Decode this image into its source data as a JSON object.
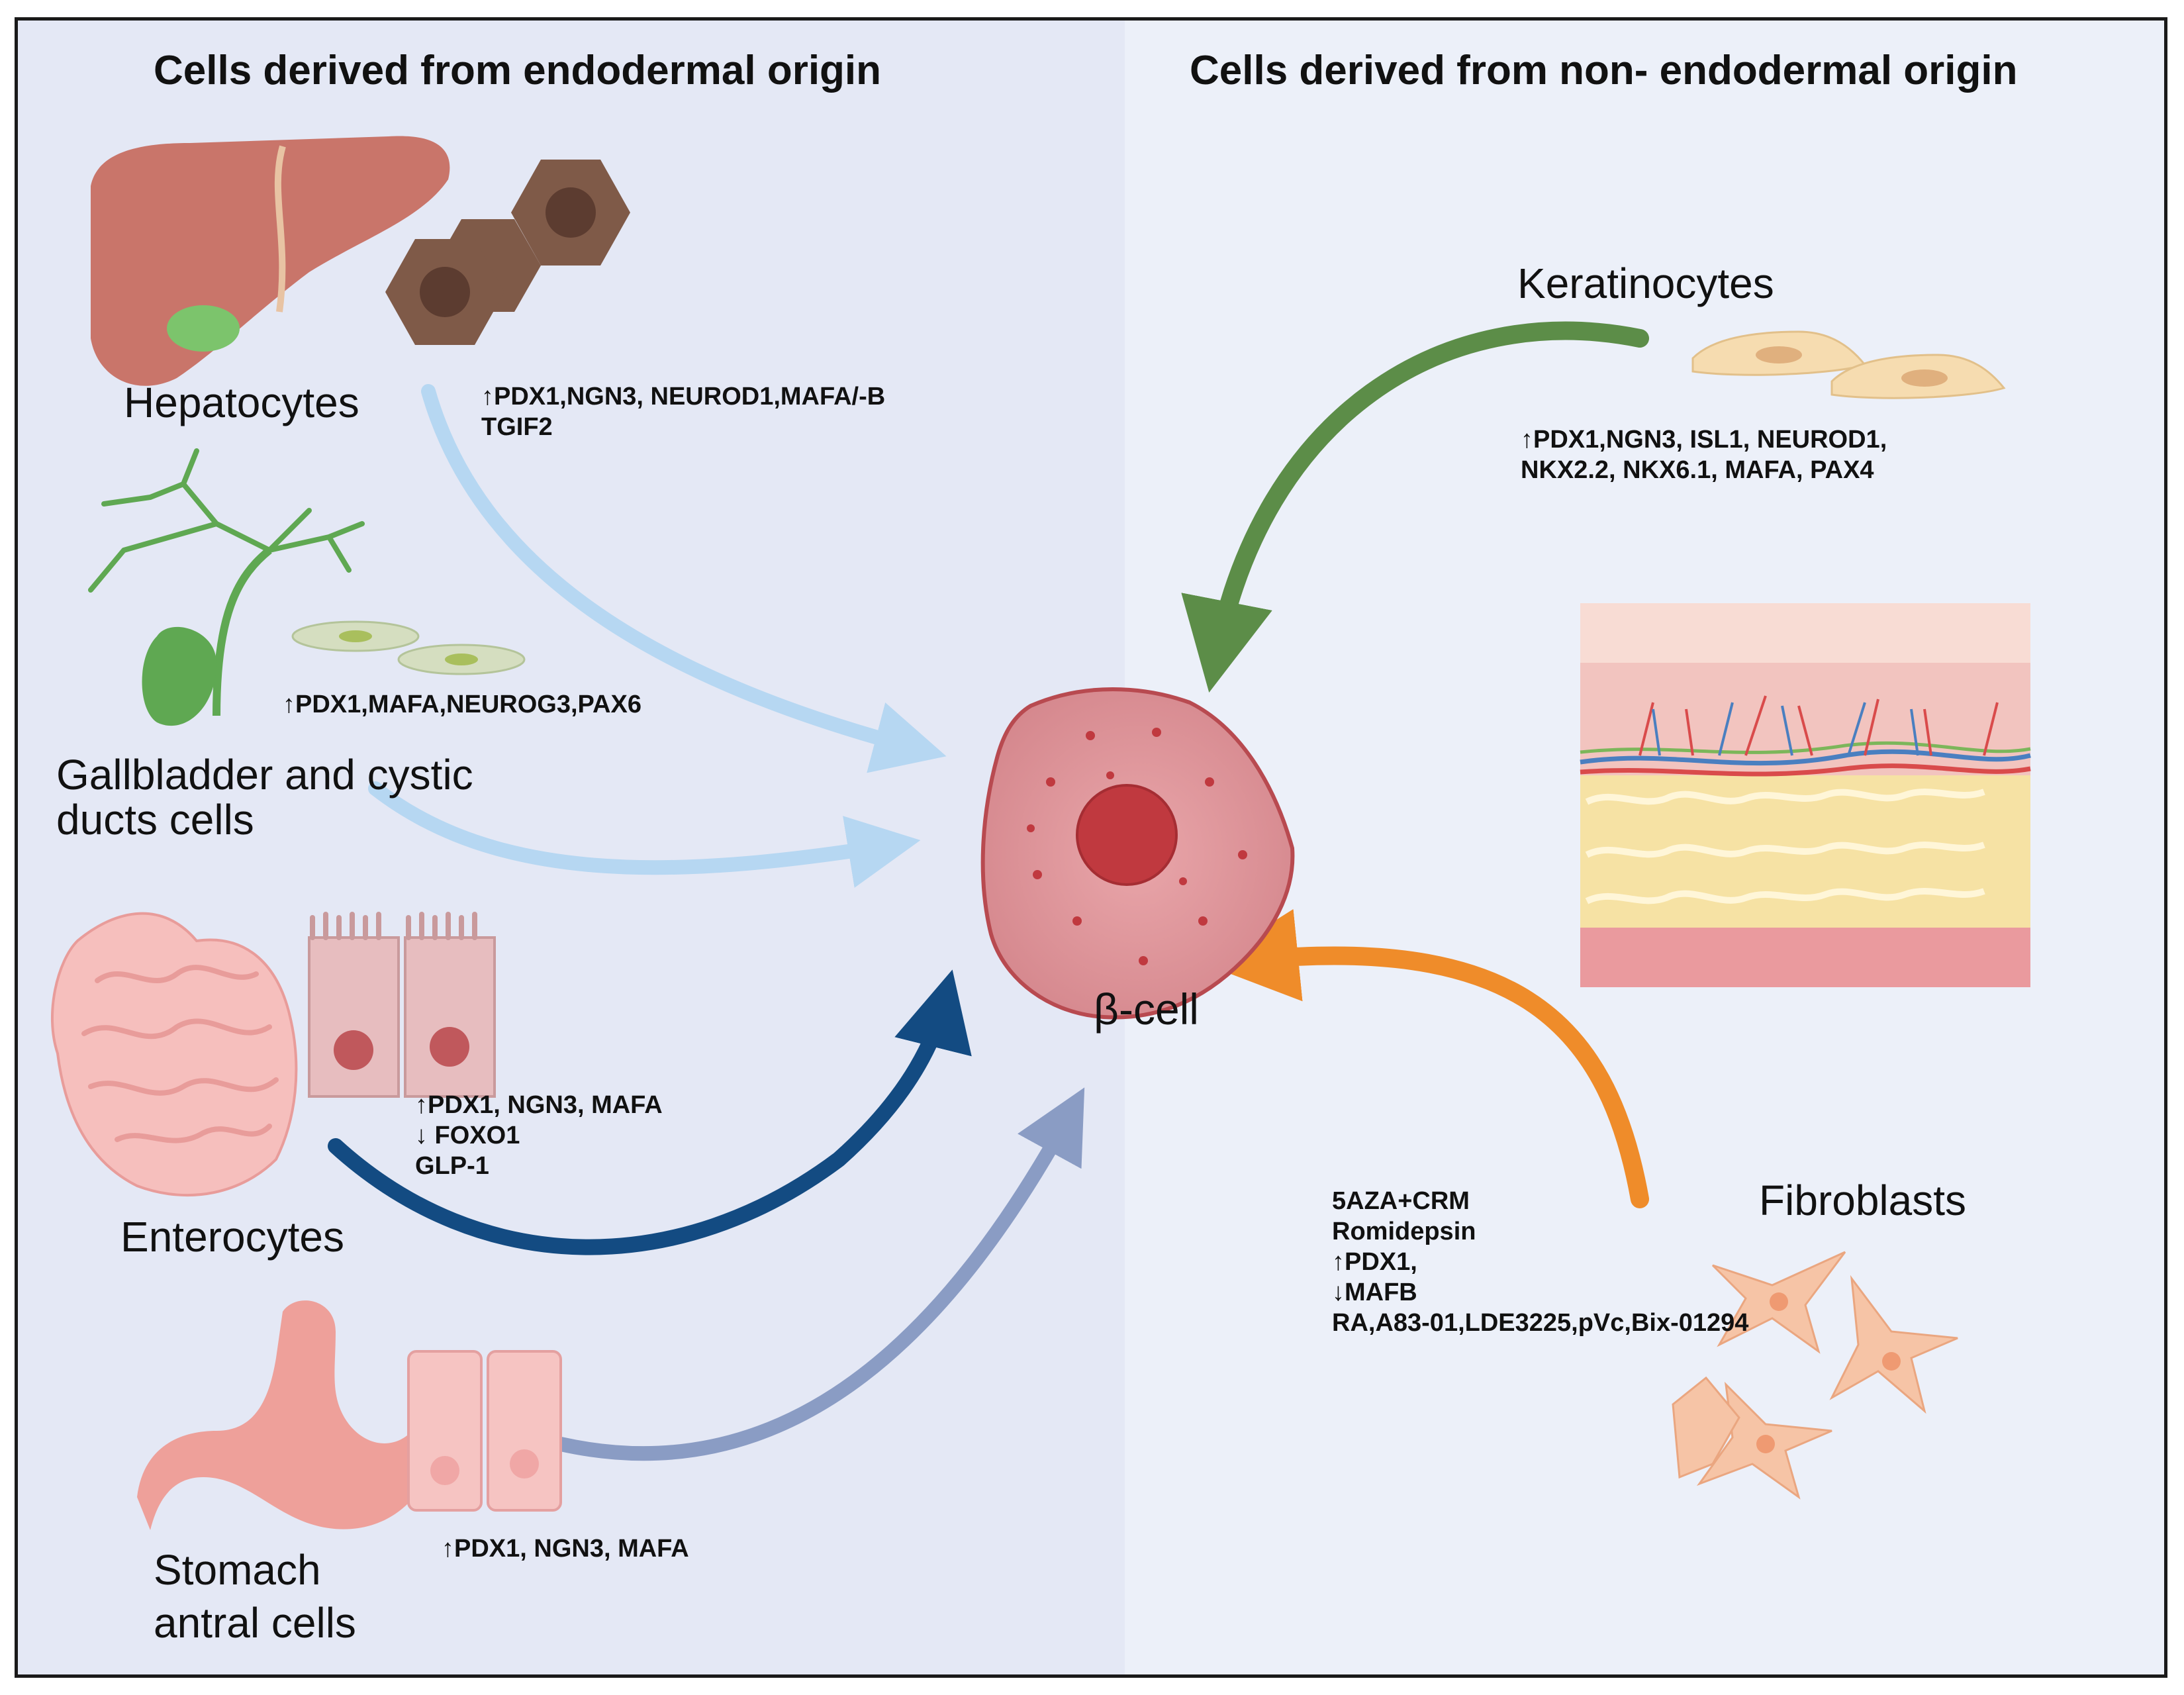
{
  "headings": {
    "left": "Cells derived from endodermal origin",
    "right": "Cells derived from non- endodermal origin"
  },
  "target": {
    "label": "β-cell"
  },
  "sources": {
    "hepatocytes": {
      "label": "Hepatocytes",
      "genes": [
        "↑PDX1,NGN3, NEUROD1,MAFA/-B",
        "TGIF2"
      ],
      "arrow_color": "#b6d7f2"
    },
    "gallbladder": {
      "label": [
        "Gallbladder and cystic",
        "ducts cells"
      ],
      "genes": [
        "↑PDX1,MAFA,NEUROG3,PAX6"
      ],
      "arrow_color": "#b6d7f2"
    },
    "enterocytes": {
      "label": "Enterocytes",
      "genes": [
        "↑PDX1, NGN3, MAFA",
        "↓ FOXO1",
        "GLP-1"
      ],
      "arrow_color": "#134b82"
    },
    "stomach": {
      "label": [
        "Stomach",
        "antral cells"
      ],
      "genes": [
        "↑PDX1, NGN3, MAFA"
      ],
      "arrow_color": "#8a9cc4"
    },
    "keratinocytes": {
      "label": "Keratinocytes",
      "genes": [
        "↑PDX1,NGN3, ISL1, NEUROD1,",
        "NKX2.2, NKX6.1, MAFA, PAX4"
      ],
      "arrow_color": "#5c8d48"
    },
    "fibroblasts": {
      "label": "Fibroblasts",
      "genes": [
        "5AZA+CRM",
        "Romidepsin",
        "↑PDX1,",
        "↓MAFB",
        "RA,A83-01,LDE3225,pVc,Bix-01294"
      ],
      "arrow_color": "#ef8c2a"
    }
  },
  "colors": {
    "panel_left": "#e4e8f5",
    "panel_right": "#ecf0f9",
    "beta_cell_fill": "#d98f94",
    "beta_cell_nucleus": "#c0393f",
    "liver": "#c9756a",
    "hepatocyte": "#7f5a48",
    "gallbladder": "#5fa852",
    "intestine": "#f6bfbd",
    "stomach": "#eea09a",
    "skin_fat": "#f6e2a4",
    "keratinocyte": "#f6dcb0",
    "fibroblast": "#f6c4a6"
  }
}
